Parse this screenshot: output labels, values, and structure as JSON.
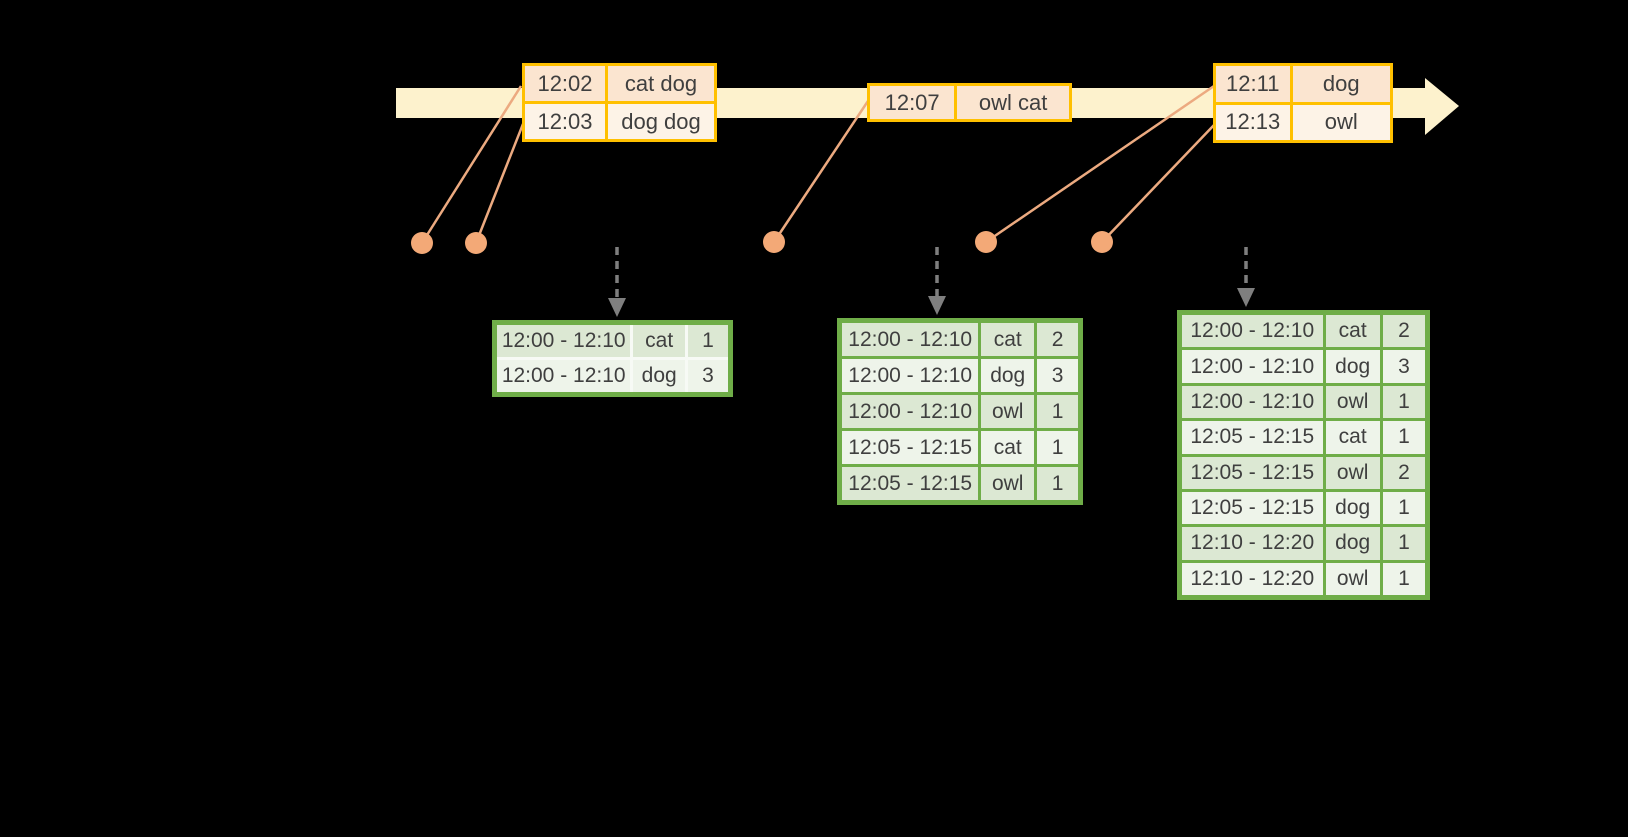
{
  "colors": {
    "background": "#000000",
    "timeline_fill": "#fdf2cd",
    "event_border": "#ffc000",
    "event_row_fill_dark": "#fbe5d0",
    "event_row_fill_light": "#fdf3e7",
    "dot_fill": "#f3a977",
    "connector": "#ecaa80",
    "dashed_arrow": "#7f7f7f",
    "table_border": "#6fad48",
    "table_row_fill_dark": "#dce8d3",
    "table_row_fill_light": "#eef4ea",
    "text": "#3f3f3f"
  },
  "timeline": {
    "event_groups": [
      {
        "rows": [
          {
            "time": "12:02",
            "words": "cat dog"
          },
          {
            "time": "12:03",
            "words": "dog dog"
          }
        ]
      },
      {
        "rows": [
          {
            "time": "12:07",
            "words": "owl cat"
          }
        ]
      },
      {
        "rows": [
          {
            "time": "12:11",
            "words": "dog"
          },
          {
            "time": "12:13",
            "words": "owl"
          }
        ]
      }
    ]
  },
  "result_tables": [
    {
      "rows": [
        {
          "window": "12:00 - 12:10",
          "word": "cat",
          "count": "1"
        },
        {
          "window": "12:00 - 12:10",
          "word": "dog",
          "count": "3"
        }
      ]
    },
    {
      "rows": [
        {
          "window": "12:00 - 12:10",
          "word": "cat",
          "count": "2"
        },
        {
          "window": "12:00 - 12:10",
          "word": "dog",
          "count": "3"
        },
        {
          "window": "12:00 - 12:10",
          "word": "owl",
          "count": "1"
        },
        {
          "window": "12:05 - 12:15",
          "word": "cat",
          "count": "1"
        },
        {
          "window": "12:05 - 12:15",
          "word": "owl",
          "count": "1"
        }
      ]
    },
    {
      "rows": [
        {
          "window": "12:00 - 12:10",
          "word": "cat",
          "count": "2"
        },
        {
          "window": "12:00 - 12:10",
          "word": "dog",
          "count": "3"
        },
        {
          "window": "12:00 - 12:10",
          "word": "owl",
          "count": "1"
        },
        {
          "window": "12:05 - 12:15",
          "word": "cat",
          "count": "1"
        },
        {
          "window": "12:05 - 12:15",
          "word": "owl",
          "count": "2"
        },
        {
          "window": "12:05 - 12:15",
          "word": "dog",
          "count": "1"
        },
        {
          "window": "12:10 - 12:20",
          "word": "dog",
          "count": "1"
        },
        {
          "window": "12:10 - 12:20",
          "word": "owl",
          "count": "1"
        }
      ]
    }
  ]
}
